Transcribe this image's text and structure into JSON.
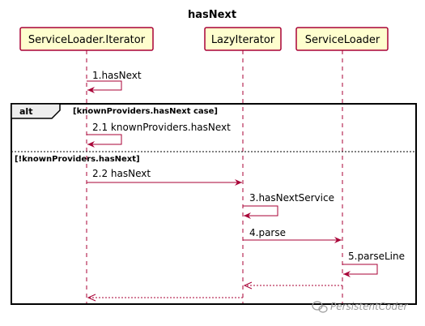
{
  "title": "hasNext",
  "participants": [
    {
      "id": "service-loader-iterator",
      "label": "ServiceLoader.Iterator"
    },
    {
      "id": "lazy-iterator",
      "label": "LazyIterator"
    },
    {
      "id": "service-loader",
      "label": "ServiceLoader"
    }
  ],
  "messages": [
    {
      "label": "1.hasNext",
      "from": "service-loader-iterator",
      "to": "service-loader-iterator",
      "kind": "self"
    },
    {
      "label": "2.1 knownProviders.hasNext",
      "from": "service-loader-iterator",
      "to": "service-loader-iterator",
      "kind": "self"
    },
    {
      "label": "2.2 hasNext",
      "from": "service-loader-iterator",
      "to": "lazy-iterator",
      "kind": "sync"
    },
    {
      "label": "3.hasNextService",
      "from": "lazy-iterator",
      "to": "lazy-iterator",
      "kind": "self"
    },
    {
      "label": "4.parse",
      "from": "lazy-iterator",
      "to": "service-loader",
      "kind": "sync"
    },
    {
      "label": "5.parseLine",
      "from": "service-loader",
      "to": "service-loader",
      "kind": "self"
    },
    {
      "label": "",
      "from": "service-loader",
      "to": "lazy-iterator",
      "kind": "return"
    },
    {
      "label": "",
      "from": "lazy-iterator",
      "to": "service-loader-iterator",
      "kind": "return"
    }
  ],
  "alt_frame": {
    "keyword": "alt",
    "guard_1": "[knownProviders.hasNext case]",
    "guard_2": "[!knownProviders.hasNext]"
  },
  "watermark": "PersistentCoder",
  "colors": {
    "border": "#A80036",
    "participant_fill": "#FEFECE",
    "frame_tab": "#EEEEEE"
  }
}
